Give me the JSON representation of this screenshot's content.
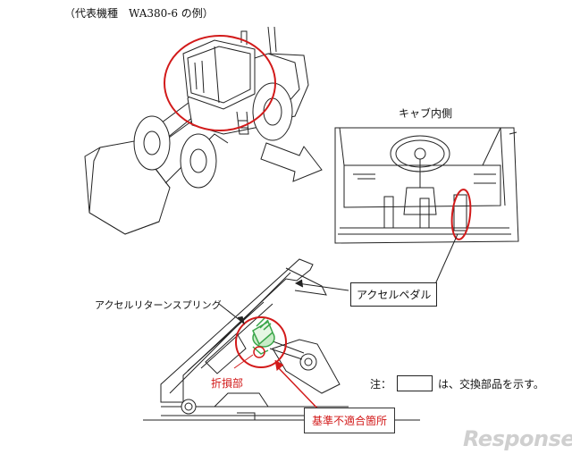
{
  "header": {
    "title": "（代表機種　WA380-6 の例）"
  },
  "cab_view": {
    "label": "キャブ内側"
  },
  "labels": {
    "accel_pedal": "アクセルペダル",
    "return_spring": "アクセルリターンスプリング",
    "broken_part": "折損部",
    "nonconforming": "基準不適合箇所"
  },
  "note": {
    "prefix": "注：",
    "suffix": "は、交換部品を示す。"
  },
  "watermark": {
    "text": "Response."
  },
  "colors": {
    "highlight": "#d21a1a",
    "spring": "#3aa64a",
    "line": "#222222"
  }
}
